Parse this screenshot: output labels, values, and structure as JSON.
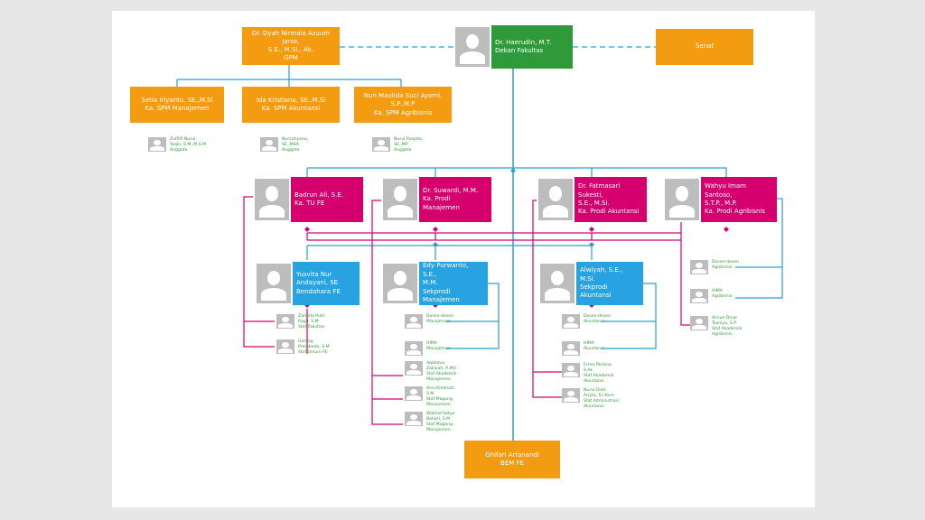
{
  "colors": {
    "orange": "#f39c12",
    "green": "#2e9a3a",
    "magenta": "#d5006d",
    "blue": "#26a3e0",
    "link_line": "#2a9fd6",
    "prodi_line": "#d5006d"
  },
  "dean": {
    "name": "Dr. Haerudin, M.T.",
    "title": "Dekan Fakultas"
  },
  "gpm": {
    "line1": "Dr. Dyah Nirmala Azuum Janie,",
    "line2": "S.E., M.Si., Ak.",
    "line3": "GPM"
  },
  "senat": {
    "label": "Senat"
  },
  "spm": [
    {
      "name": "Setia Iriyanto, SE.,M.Si",
      "title": "Ka. SPM Manajemen"
    },
    {
      "name": "Ida Kristiana, SE.,M.Si",
      "title": "Ka. SPM Akuntansi"
    },
    {
      "name": "Nun Maulida Suci Ayomi,",
      "name2": "S.P.,M.P",
      "title": "Ka. SPM Agribisnis"
    }
  ],
  "spm_members": [
    {
      "line1": "Zulfiifi Nurul",
      "line2": "Yaqin, S.M.,M.S.M",
      "line3": "Anggota"
    },
    {
      "line1": "Nurcahyono,",
      "line2": "SE.,MSA",
      "line3": "Anggota"
    },
    {
      "line1": "Nurul Puspita,",
      "line2": "SE.,MP",
      "line3": "Anggota"
    }
  ],
  "heads": [
    {
      "name": "Badrun Ali, S.E.",
      "title": "Ka. TU FE"
    },
    {
      "name": "Dr. Suwardi, M.M.",
      "title": "Ka. Prodi Manajemen"
    },
    {
      "name": "Dr. Fatmasari Sukesti,",
      "name2": "S.E., M.Si.",
      "title": "Ka. Prodi Akuntansi"
    },
    {
      "name": "Wahyu Imam Santoso,",
      "name2": "S.T.P., M.P.",
      "title": "Ka. Prodi Agribisnis"
    }
  ],
  "seconds": [
    {
      "l1": "Yusvita Nur",
      "l2": "Andayani, SE",
      "l3": "Bendahara FE"
    },
    {
      "l1": "Edy Purwanto, S.E.,",
      "l2": "M.M.",
      "l3": "Sekprodi Manajemen"
    },
    {
      "l1": "Alwiyah, S.E., M.Si.",
      "l2": "Sekprodi Akuntansi",
      "l3": ""
    }
  ],
  "tu_staff": [
    {
      "l1": "Zahrida Putri",
      "l2": "Ragil, S.M",
      "l3": "Staf Fakultas"
    },
    {
      "l1": "Galang",
      "l2": "Prambodo, S.M",
      "l3": "Staf Umum FE"
    }
  ],
  "man_staff": [
    {
      "l1": "Dosen-dosen",
      "l2": "Manajemen",
      "l3": ""
    },
    {
      "l1": "HIMA",
      "l2": "Manajemen",
      "l3": ""
    },
    {
      "l1": "Aqidatus",
      "l2": "Zakiyah, A.Md",
      "l3": "Staf Akademik",
      "l4": "Manajemen"
    },
    {
      "l1": "Anis Kholisah,",
      "l2": "S.M",
      "l3": "Staf Magang",
      "l4": "Manajemen"
    },
    {
      "l1": "Wakhid Setyo",
      "l2": "Bahari, S.M",
      "l3": "Staf Magang",
      "l4": "Manajemen"
    }
  ],
  "akt_staff": [
    {
      "l1": "Dosen-dosen",
      "l2": "Akuntansi",
      "l3": ""
    },
    {
      "l1": "HIMA",
      "l2": "Akuntansi",
      "l3": ""
    },
    {
      "l1": "Erma Fitriana,",
      "l2": "S.Ak",
      "l3": "Staf Akademik",
      "l4": "Akuntansi"
    },
    {
      "l1": "Nurul Diah",
      "l2": "Ariyta, S.I.Kom",
      "l3": "Staf Administrasi",
      "l4": "Akuntansi"
    }
  ],
  "agr_staff": [
    {
      "l1": "Dosen-dosen",
      "l2": "Agribisnis",
      "l3": ""
    },
    {
      "l1": "HIMA",
      "l2": "Agribisnis",
      "l3": ""
    },
    {
      "l1": "Alinun Dinar",
      "l2": "Tsaniya, S.P",
      "l3": "Staf Akademik",
      "l4": "Agribisnis"
    }
  ],
  "bem": {
    "name": "Ghifari Arfanandi",
    "title": "BEM FE"
  }
}
